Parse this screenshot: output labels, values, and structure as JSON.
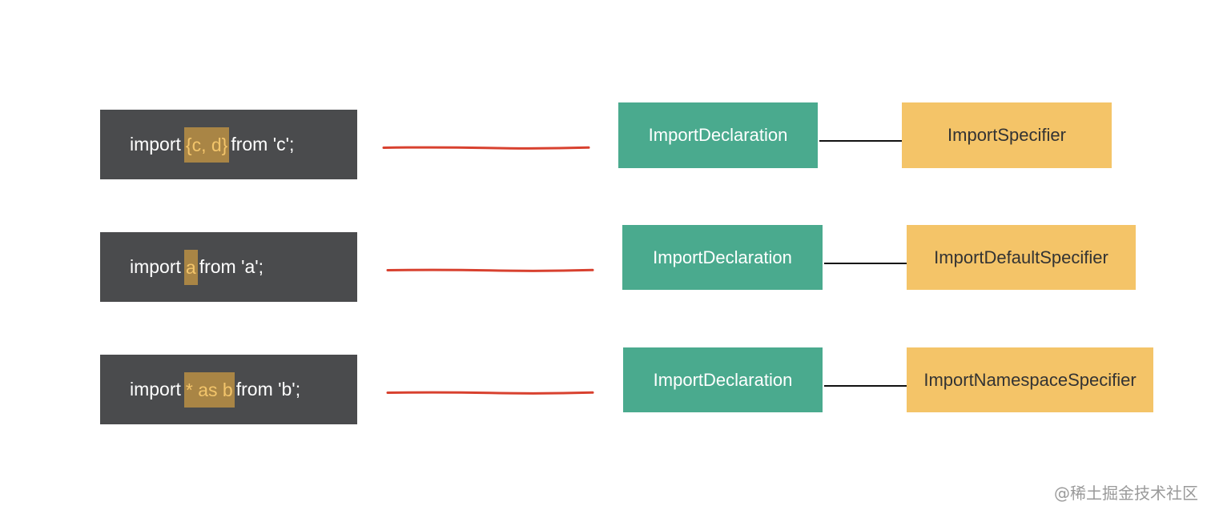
{
  "rows": [
    {
      "code_prefix": "import",
      "code_highlight": "{c, d}",
      "code_suffix": "from 'c';",
      "declaration": "ImportDeclaration",
      "specifier": "ImportSpecifier"
    },
    {
      "code_prefix": "import",
      "code_highlight": "a",
      "code_suffix": "from 'a';",
      "declaration": "ImportDeclaration",
      "specifier": "ImportDefaultSpecifier"
    },
    {
      "code_prefix": "import",
      "code_highlight": "* as b",
      "code_suffix": "from 'b';",
      "declaration": "ImportDeclaration",
      "specifier": "ImportNamespaceSpecifier"
    }
  ],
  "watermark": "@稀土掘金技术社区",
  "colors": {
    "code_bg": "#4a4b4d",
    "highlight_bg": "#a98545",
    "highlight_text": "#f3c56b",
    "declaration_bg": "#4aaa8e",
    "specifier_bg": "#f4c468",
    "red_line": "#d8412f"
  }
}
